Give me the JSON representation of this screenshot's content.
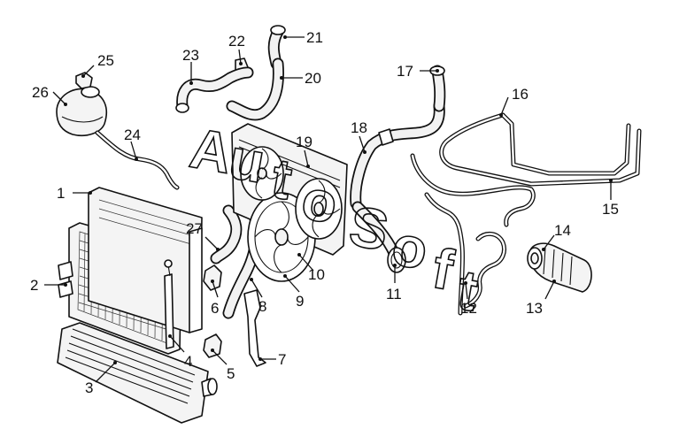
{
  "diagram": {
    "callouts": [
      {
        "id": "c1",
        "label": "1"
      },
      {
        "id": "c2",
        "label": "2"
      },
      {
        "id": "c3",
        "label": "3"
      },
      {
        "id": "c4",
        "label": "4"
      },
      {
        "id": "c5",
        "label": "5"
      },
      {
        "id": "c6",
        "label": "6"
      },
      {
        "id": "c7",
        "label": "7"
      },
      {
        "id": "c8",
        "label": "8"
      },
      {
        "id": "c9",
        "label": "9"
      },
      {
        "id": "c10",
        "label": "10"
      },
      {
        "id": "c11",
        "label": "11"
      },
      {
        "id": "c12",
        "label": "12"
      },
      {
        "id": "c13",
        "label": "13"
      },
      {
        "id": "c14",
        "label": "14"
      },
      {
        "id": "c15",
        "label": "15"
      },
      {
        "id": "c16",
        "label": "16"
      },
      {
        "id": "c17",
        "label": "17"
      },
      {
        "id": "c18",
        "label": "18"
      },
      {
        "id": "c19",
        "label": "19"
      },
      {
        "id": "c20",
        "label": "20"
      },
      {
        "id": "c21",
        "label": "21"
      },
      {
        "id": "c22",
        "label": "22"
      },
      {
        "id": "c23",
        "label": "23"
      },
      {
        "id": "c24",
        "label": "24"
      },
      {
        "id": "c25",
        "label": "25"
      },
      {
        "id": "c26",
        "label": "26"
      },
      {
        "id": "c27",
        "label": "27"
      }
    ],
    "watermark": {
      "letters": [
        "A",
        "u",
        "t",
        "o",
        "S",
        "o",
        "f",
        "t"
      ]
    }
  }
}
